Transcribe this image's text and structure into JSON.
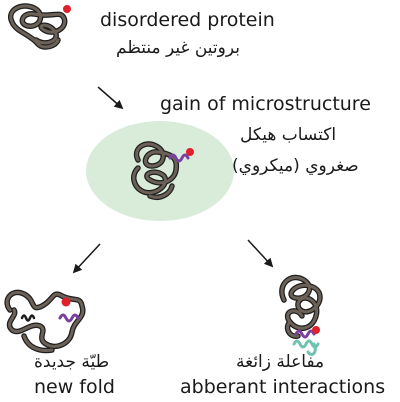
{
  "labels": {
    "disordered_en": "disordered protein",
    "disordered_ar": "بروتين غير منتظم",
    "gain_en": "gain of microstructure",
    "gain_ar_line1": "اكتساب هيكل",
    "gain_ar_line2": "صغروي (ميكروي)",
    "newfold_ar": "طيّة جديدة",
    "newfold_en": "new fold",
    "aberrant_ar": "مفاعلة زائغة",
    "aberrant_en": "abberant interactions"
  },
  "colors": {
    "protein_strand": "#6b6157",
    "protein_outline": "#1f1f1f",
    "terminal_dot": "#e0202a",
    "helix_purple": "#7a3fa0",
    "helix_teal": "#6fc2b0",
    "highlight_ellipse": "#d8ecd9",
    "arrow": "#1a1a1a"
  }
}
